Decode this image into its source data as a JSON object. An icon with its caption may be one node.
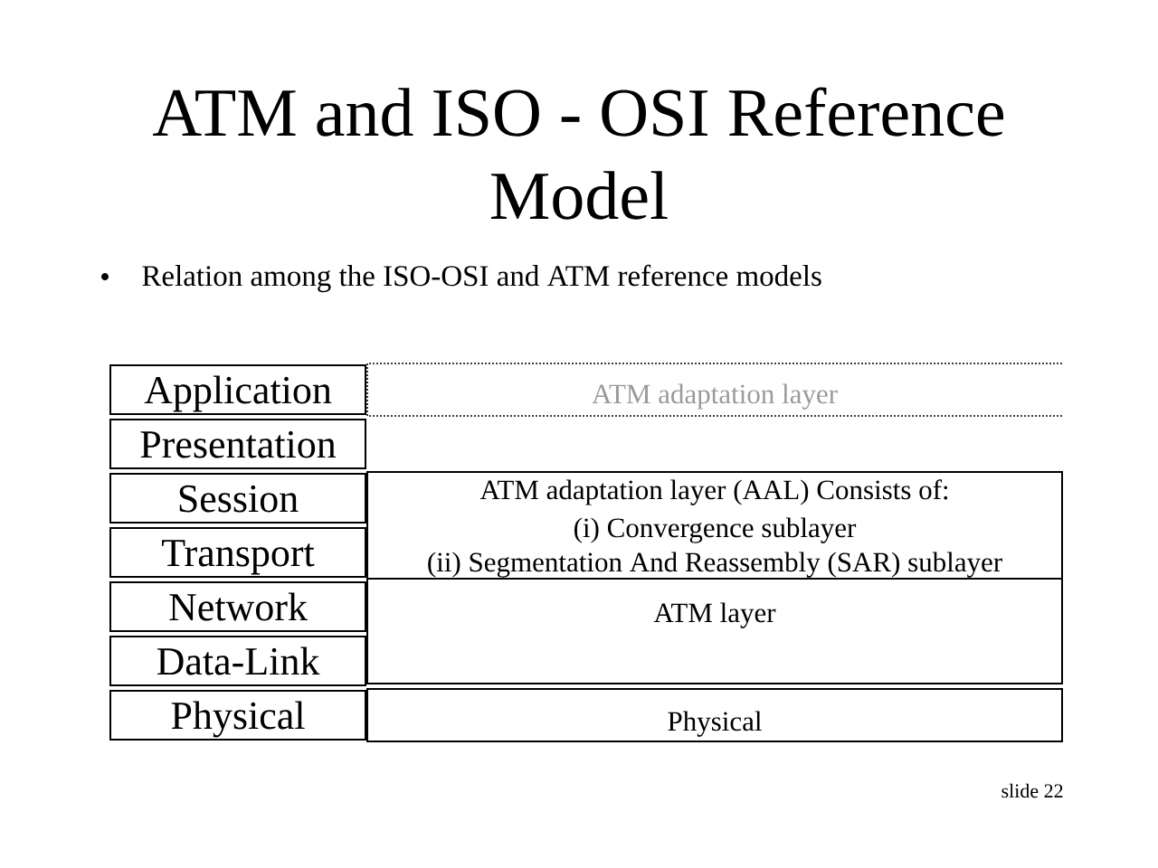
{
  "diagram": {
    "title": "ATM and ISO - OSI Reference Model",
    "nodes": [
      {
        "text": [
          "Application"
        ]
      },
      {
        "text": [
          "Presentation"
        ]
      },
      {
        "text": [
          "Session"
        ]
      },
      {
        "text": [
          "Transport"
        ]
      },
      {
        "text": [
          "Network"
        ]
      },
      {
        "text": [
          "Data-Link"
        ]
      },
      {
        "text": [
          "Physical"
        ]
      },
      {
        "text": [
          "ATM adaptation layer"
        ]
      },
      {
        "text": [
          "ATM adaptation layer (AAL) Consists of:",
          "(i) Convergence sublayer",
          "(ii) Segmentation And Reassembly (SAR) sublayer"
        ]
      },
      {
        "text": [
          "ATM layer"
        ]
      },
      {
        "text": [
          "Physical"
        ]
      }
    ],
    "labels": [
      "Relation among the ISO-OSI and ATM reference models",
      "slide 22"
    ]
  }
}
